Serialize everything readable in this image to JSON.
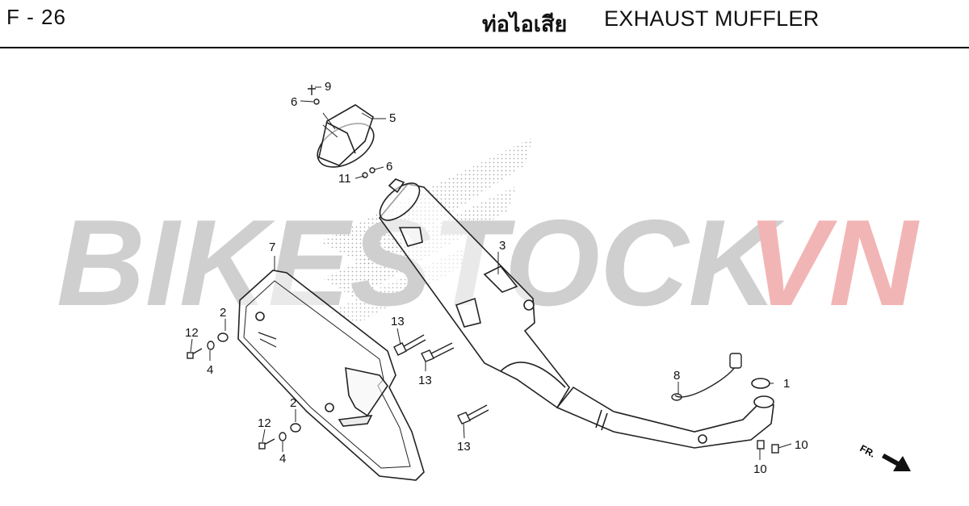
{
  "header": {
    "page_code": "F - 26",
    "title_thai": "ท่อไอเสีย",
    "title_english": "EXHAUST MUFFLER"
  },
  "watermark": {
    "text_main": "BIKESTOCK",
    "text_accent": "VN",
    "color_main": "#cfcfcf",
    "color_accent": "#f2b5b5"
  },
  "direction_indicator": {
    "label": "FR."
  },
  "callouts": {
    "c1": "1",
    "c2a": "2",
    "c2b": "2",
    "c3": "3",
    "c4a": "4",
    "c4b": "4",
    "c5": "5",
    "c6a": "6",
    "c6b": "6",
    "c7": "7",
    "c8": "8",
    "c9": "9",
    "c10a": "10",
    "c10b": "10",
    "c11": "11",
    "c12a": "12",
    "c12b": "12",
    "c13a": "13",
    "c13b": "13",
    "c13c": "13"
  }
}
